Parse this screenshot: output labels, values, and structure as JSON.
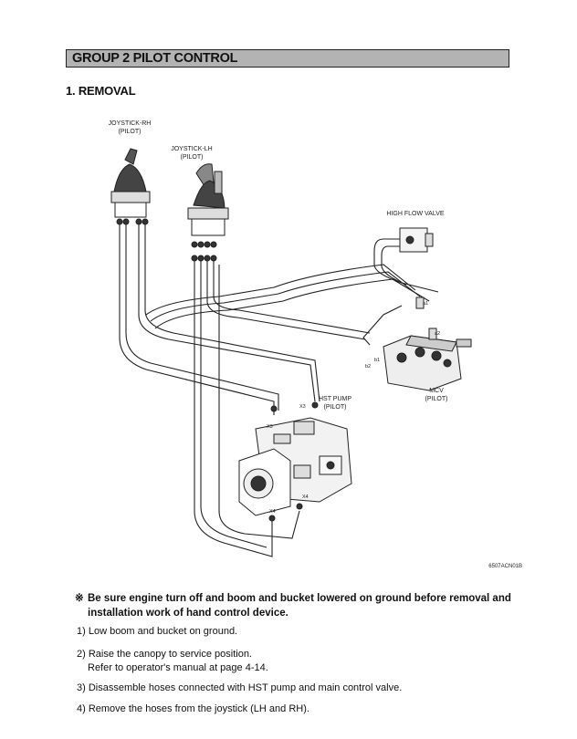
{
  "header": {
    "group_title": "GROUP 2 PILOT CONTROL"
  },
  "section": {
    "title": "1. REMOVAL"
  },
  "diagram": {
    "labels": {
      "joystick_rh": [
        "JOYSTICK-RH",
        "(PILOT)"
      ],
      "joystick_lh": [
        "JOYSTICK-LH",
        "(PILOT)"
      ],
      "high_flow_valve": "HIGH FLOW VALVE",
      "hst_pump": [
        "HST PUMP",
        "(PILOT)"
      ],
      "mcv": [
        "MCV",
        "(PILOT)"
      ],
      "port_x3a": "X3",
      "port_x3b": "X3",
      "port_x4a": "X4",
      "port_x4b": "X4",
      "port_a1": "a1",
      "port_a2": "a2",
      "port_b1": "b1",
      "port_b2": "b2"
    },
    "figure_id": "6507ACN01B"
  },
  "note": {
    "mark": "※",
    "text": "Be sure engine turn off and boom and bucket lowered on ground before removal and installation work of hand control device."
  },
  "steps": [
    {
      "main": "1) Low boom and bucket on ground.",
      "sub": ""
    },
    {
      "main": "2) Raise the canopy to service position.",
      "sub": "Refer to operator's manual at page 4-14."
    },
    {
      "main": "3) Disassemble hoses connected with HST pump and main control valve.",
      "sub": ""
    },
    {
      "main": "4) Remove the hoses from the joystick (LH and RH).",
      "sub": ""
    }
  ]
}
